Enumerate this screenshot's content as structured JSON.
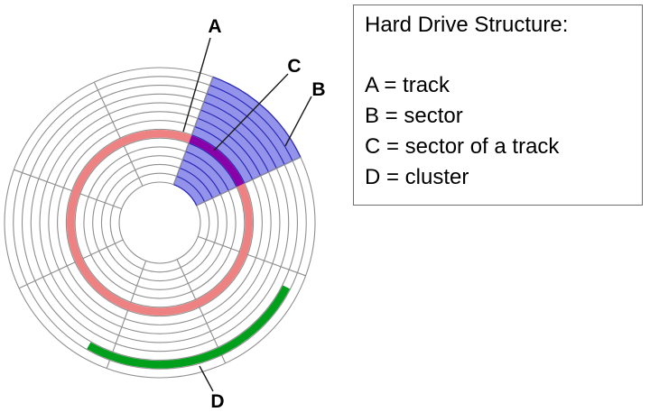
{
  "legend": {
    "title": "Hard Drive Structure:",
    "items": [
      {
        "label": "A = track"
      },
      {
        "label": "B = sector"
      },
      {
        "label": "C = sector of a track"
      },
      {
        "label": "D = cluster"
      }
    ]
  },
  "diagram": {
    "labels": {
      "a": "A",
      "b": "B",
      "c": "C",
      "d": "D"
    },
    "colors": {
      "grid": "#8f8f8f",
      "track": "#ee8282",
      "sector_fill": "#9393ec",
      "sector_stripes": "#2525c0",
      "sector_of_track": "#8800a8",
      "cluster": "#00a01c",
      "label_line": "#1a1a1a"
    }
  }
}
